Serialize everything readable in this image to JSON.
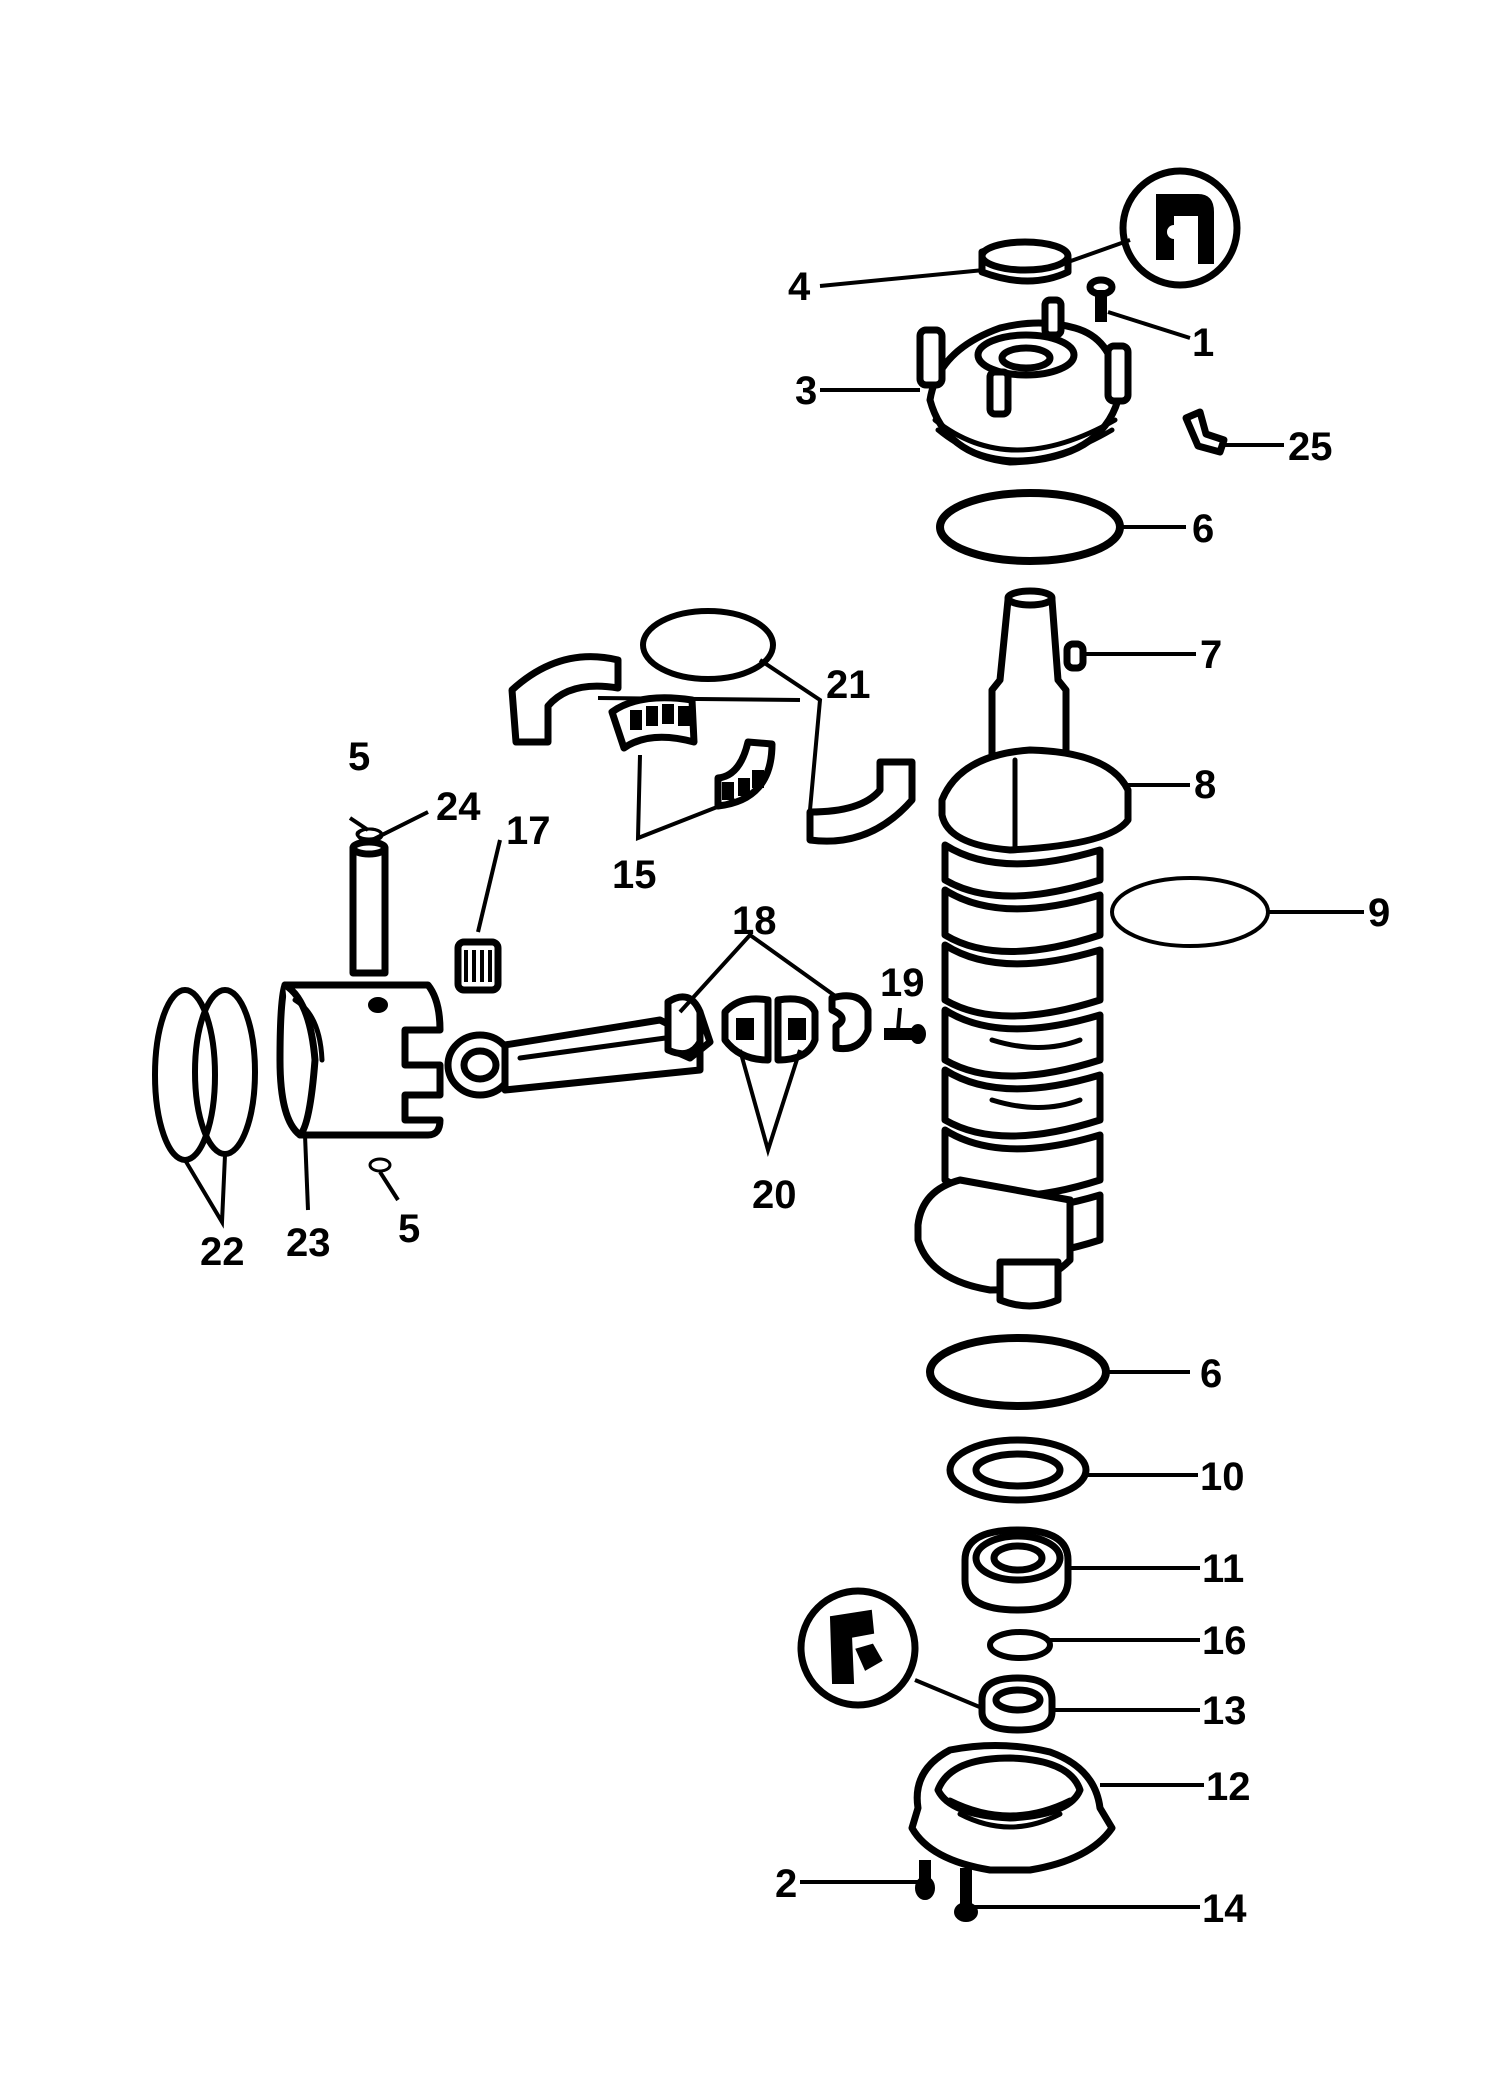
{
  "callouts": {
    "c1": "1",
    "c2": "2",
    "c3": "3",
    "c4": "4",
    "c5a": "5",
    "c5b": "5",
    "c6a": "6",
    "c6b": "6",
    "c7": "7",
    "c8": "8",
    "c9": "9",
    "c10": "10",
    "c11": "11",
    "c12": "12",
    "c13": "13",
    "c14": "14",
    "c15": "15",
    "c16": "16",
    "c17": "17",
    "c18": "18",
    "c19": "19",
    "c20": "20",
    "c21": "21",
    "c22": "22",
    "c23": "23",
    "c24": "24",
    "c25": "25"
  }
}
